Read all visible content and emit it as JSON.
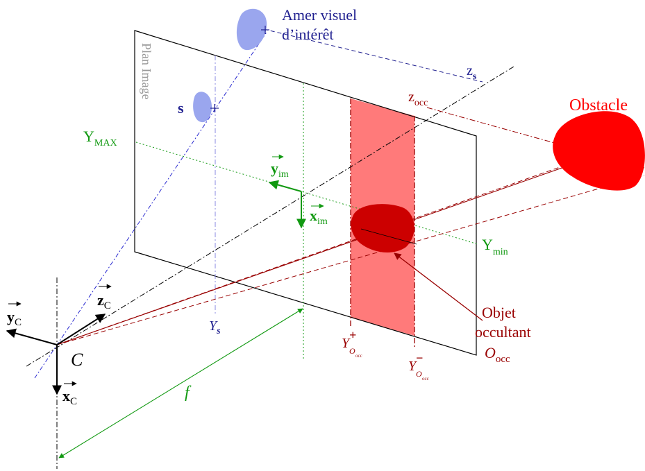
{
  "labels": {
    "amer_line1": "Amer visuel",
    "amer_line2": "d’intérêt",
    "plan_image": "Plan Image",
    "s_main": "s",
    "z_main": "z",
    "z_sub_s": "s",
    "z_occ_main": "z",
    "z_occ_sub": "occ",
    "obstacle": "Obstacle",
    "ymax_main": "Y",
    "ymax_sub": "MAX",
    "ymin_main": "Y",
    "ymin_sub": "min",
    "y_im_main": "y",
    "y_im_sub": "im",
    "x_im_main": "x",
    "x_im_sub": "im",
    "z_c_main": "z",
    "z_c_sub": "C",
    "y_c_main": "y",
    "y_c_sub": "C",
    "x_c_main": "x",
    "x_c_sub": "C",
    "c_label": "C",
    "f_label": "f",
    "ys_main": "Y",
    "ys_sub": "s",
    "yo_plus_main": "Y",
    "yo_plus_sub": "O",
    "yo_plus_subsub": "occ",
    "yo_plus_sup": "+",
    "yo_minus_main": "Y",
    "yo_minus_sub": "O",
    "yo_minus_subsub": "occ",
    "yo_minus_sup": "−",
    "objet_line1": "Objet",
    "objet_line2": "occultant",
    "o_occ_main": "O",
    "o_occ_sub": "occ"
  },
  "colors": {
    "navy": "#1f1f8f",
    "blue_fill": "#9aa6ee",
    "blue_line": "#2a2ad0",
    "green": "#119911",
    "red": "#ff0000",
    "dark_red": "#990000",
    "band_fill": "#ff7a7a",
    "occ_fill": "#cc0000",
    "gray": "#999999",
    "black": "#000000"
  }
}
